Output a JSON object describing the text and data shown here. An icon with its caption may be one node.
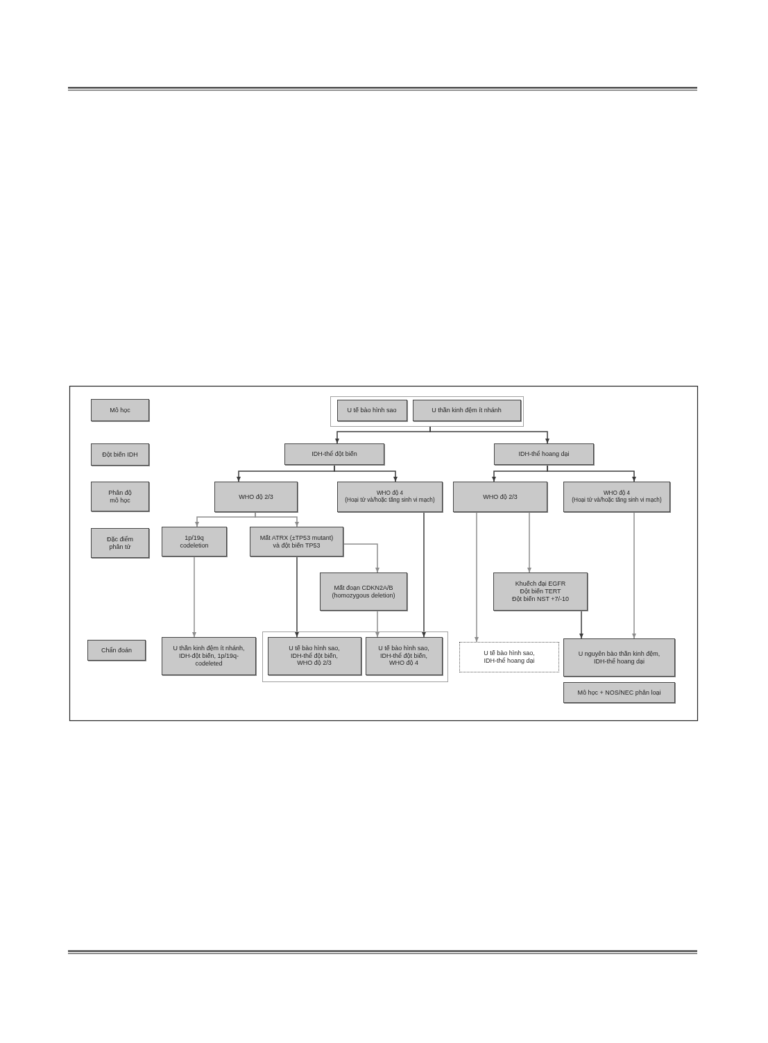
{
  "diagram": {
    "nodes": [
      {
        "text": [
          "Mô học"
        ]
      },
      {
        "text": [],
        "shape": "box"
      },
      {
        "text": [
          "U tế bào hình sao"
        ],
        "in": 1
      },
      {
        "text": [
          "U thần kinh đệm ít nhánh"
        ],
        "in": 1
      },
      {
        "text": [
          "Đột biến IDH"
        ]
      },
      {
        "text": [
          "IDH-thể đột biến"
        ]
      },
      {
        "text": [
          "IDH-thể hoang dại"
        ]
      },
      {
        "text": [
          "Phân độ mô học"
        ]
      },
      {
        "text": [
          "WHO độ 2/3"
        ]
      },
      {
        "text": [
          "WHO độ 4",
          "(Hoại tử và/hoặc tăng sinh vi mạch)"
        ]
      },
      {
        "text": [
          "WHO độ 2/3"
        ]
      },
      {
        "text": [
          "WHO độ 4",
          "(Hoại tử và/hoặc tăng sinh vi mạch)"
        ]
      },
      {
        "text": [
          "Đặc điểm phân tử"
        ]
      },
      {
        "text": [
          "1p/19q codeletion"
        ]
      },
      {
        "text": [
          "Mất ATRX (±TP53 mutant) và đột biến TP53"
        ]
      },
      {
        "text": [
          "Mất đoạn CDKN2A/B (homozygous deletion)"
        ]
      },
      {
        "text": [
          "Khuếch đại EGFR",
          "Đột biến TERT",
          "Đột biến NST +7/-10"
        ]
      },
      {
        "text": [
          "Chẩn đoán"
        ]
      },
      {
        "text": [
          "U thần kinh đệm ít nhánh, IDH-đột biến, 1p/19q-codeleted"
        ]
      },
      {
        "text": [],
        "shape": "box"
      },
      {
        "text": [
          "U tế bào hình sao, IDH-thể đột biến, WHO độ 2/3"
        ],
        "in": 19
      },
      {
        "text": [
          "U tế bào hình sao, IDH-thể đột biến, WHO độ 4"
        ],
        "in": 19
      },
      {
        "text": [
          "U tế bào hình sao, IDH-thể hoang dại"
        ]
      },
      {
        "text": [
          "U nguyên bào thần kinh đệm, IDH-thể hoang dại"
        ]
      },
      {
        "text": [
          "Mô học + NOS/NEC phân loại"
        ]
      }
    ],
    "edges": [
      {
        "from": 1,
        "to": 5,
        "arrow": "to"
      },
      {
        "from": 1,
        "to": 6,
        "arrow": "to"
      },
      {
        "from": 5,
        "to": 8,
        "arrow": "to"
      },
      {
        "from": 5,
        "to": 9,
        "arrow": "to"
      },
      {
        "from": 6,
        "to": 10,
        "arrow": "to"
      },
      {
        "from": 6,
        "to": 11,
        "arrow": "to"
      },
      {
        "from": 8,
        "to": 13,
        "arrow": "to",
        "color": "#8c8c8c"
      },
      {
        "from": 8,
        "to": 14,
        "arrow": "to",
        "color": "#8c8c8c"
      },
      {
        "from": 13,
        "to": 18,
        "arrow": "to",
        "color": "#8c8c8c"
      },
      {
        "from": 14,
        "to": 20,
        "arrow": "to"
      },
      {
        "from": 14,
        "to": 15,
        "arrow": "to",
        "color": "#8c8c8c"
      },
      {
        "from": 15,
        "to": 21,
        "arrow": "to",
        "color": "#8c8c8c"
      },
      {
        "from": 9,
        "to": 21,
        "arrow": "to"
      },
      {
        "from": 10,
        "to": 22,
        "arrow": "to",
        "color": "#8c8c8c"
      },
      {
        "from": 10,
        "to": 16,
        "arrow": "to",
        "color": "#8c8c8c"
      },
      {
        "from": 16,
        "to": 23,
        "arrow": "to"
      },
      {
        "from": 11,
        "to": 23,
        "arrow": "to",
        "color": "#8c8c8c"
      }
    ]
  }
}
